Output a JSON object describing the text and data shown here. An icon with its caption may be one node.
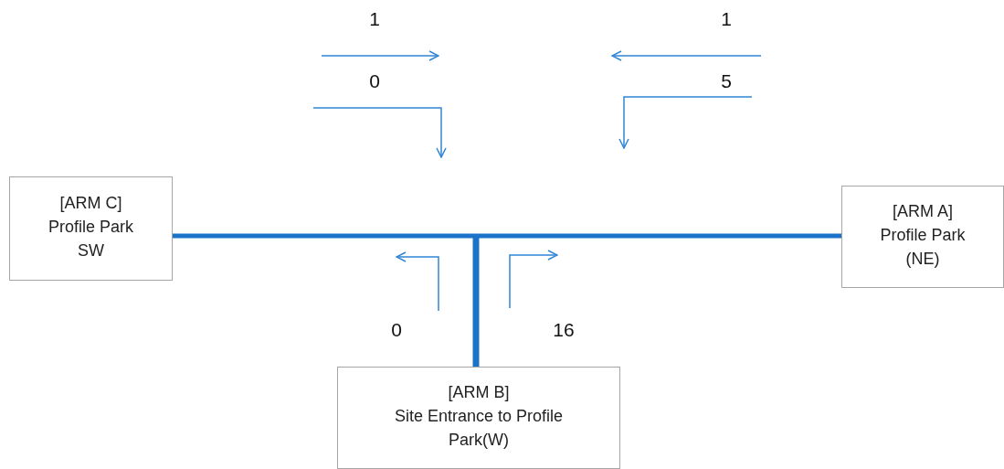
{
  "diagram": {
    "nodes": [
      {
        "text": [
          "[ARM C]",
          "Profile Park SW"
        ]
      },
      {
        "text": [
          "[ARM A]",
          "Profile Park (NE)"
        ]
      },
      {
        "text": [
          "[ARM B]",
          "Site Entrance to Profile Park(W)"
        ]
      }
    ],
    "edges": [
      {
        "from": 0,
        "to": 1,
        "arrow": "none"
      },
      {
        "from": null,
        "to": 2,
        "arrow": "none"
      }
    ],
    "labels": [
      "1",
      "1",
      "0",
      "5",
      "0",
      "16"
    ]
  }
}
